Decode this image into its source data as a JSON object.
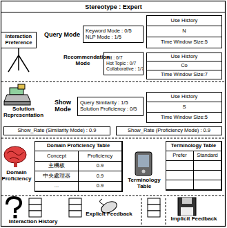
{
  "diagram": {
    "title": "Stereotype : Expert",
    "nodes": [
      {
        "text": [
          "Interaction Preference"
        ]
      },
      {
        "text": [
          "Keyword Mode : 0/5",
          "NLP Mode : 1/5"
        ]
      },
      {
        "text": [
          "Use History",
          "N",
          "Time Window Size:5"
        ]
      },
      {
        "text": [
          "Hit : 0/7",
          "Hot Topic : 0/7",
          "Collaborative : 1/7"
        ]
      },
      {
        "text": [
          "Use History",
          "Co",
          "Time Window Size:7"
        ]
      },
      {
        "text": [
          "Query Similarity : 1/5",
          "Solution Proficiency : 0/5"
        ]
      },
      {
        "text": [
          "Use History",
          "S",
          "Time Window Size:5"
        ]
      },
      {
        "text": [
          "Show_Rate (Similarity Mode) : 0.9"
        ]
      },
      {
        "text": [
          "Show_Rate (Proficiency Mode) : 0.9"
        ]
      },
      {
        "text": [
          "Domain Proficiency Table",
          "Concept",
          "Proficiency",
          "主機板",
          "0.9",
          "中央處理器",
          "0.9",
          "...",
          "0.9"
        ]
      },
      {
        "text": [
          "Terminology Table",
          "Prefer",
          "Standard"
        ]
      }
    ],
    "labels": [
      "Query Mode",
      "Recommendation Mode",
      "Solution Representation",
      "Show Mode",
      "Domain Proficiency",
      "Terminology Table",
      "Interaction History",
      "Explicit Feedback",
      "Implicit Feedback"
    ]
  }
}
